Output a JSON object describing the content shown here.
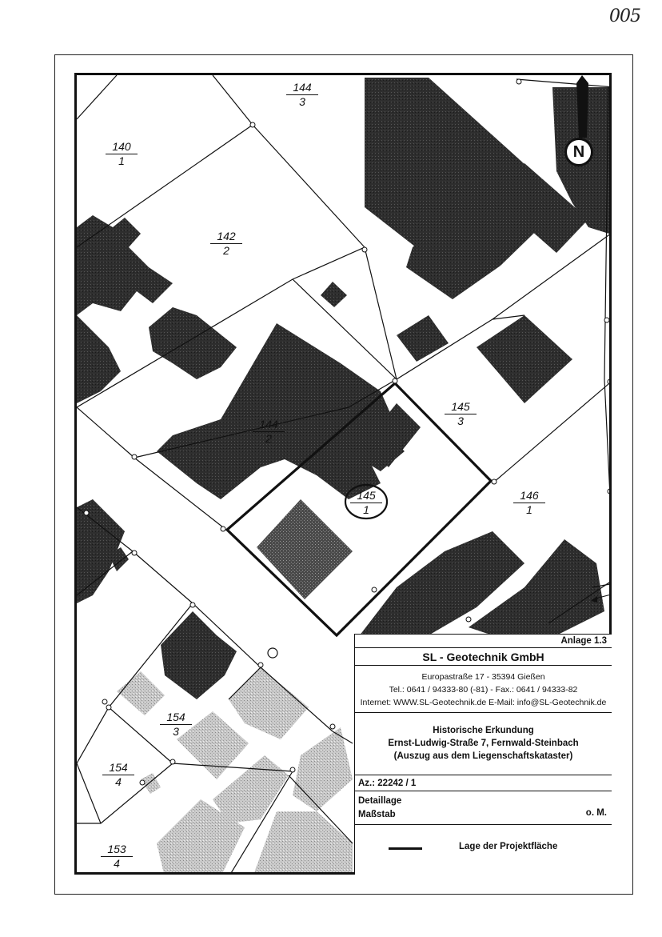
{
  "page_number": "005",
  "parcels": [
    {
      "id": "p-144-3",
      "num": "144",
      "den": "3"
    },
    {
      "id": "p-140-1",
      "num": "140",
      "den": "1"
    },
    {
      "id": "p-142-2",
      "num": "142",
      "den": "2"
    },
    {
      "id": "p-144-2",
      "num": "144",
      "den": "2"
    },
    {
      "id": "p-145-3",
      "num": "145",
      "den": "3"
    },
    {
      "id": "p-145-1",
      "num": "145",
      "den": "1"
    },
    {
      "id": "p-146-1",
      "num": "146",
      "den": "1"
    },
    {
      "id": "p-154-3",
      "num": "154",
      "den": "3"
    },
    {
      "id": "p-154-4",
      "num": "154",
      "den": "4"
    },
    {
      "id": "p-153-4",
      "num": "153",
      "den": "4"
    }
  ],
  "north_label": "N",
  "title_block": {
    "annex": "Anlage 1.3",
    "company": "SL - Geotechnik GmbH",
    "address_line": "Europastraße 17 - 35394 Gießen",
    "phone_line": "Tel.: 0641 / 94333-80 (-81) - Fax.: 0641 / 94333-82",
    "web_line": "Internet: WWW.SL-Geotechnik.de  E-Mail: info@SL-Geotechnik.de",
    "project_line1": "Historische Erkundung",
    "project_line2": "Ernst-Ludwig-Straße 7, Fernwald-Steinbach",
    "project_line3": "(Auszug aus dem Liegenschaftskataster)",
    "az": "Az.: 22242 / 1",
    "detail_label": "Detaillage",
    "scale_label": "Maßstab",
    "scale_value": "o. M.",
    "legend_text": "Lage der Projektfläche"
  },
  "colors": {
    "building_dark": "#2a2a2a",
    "building_light": "#b8b8b8",
    "line": "#111111"
  }
}
